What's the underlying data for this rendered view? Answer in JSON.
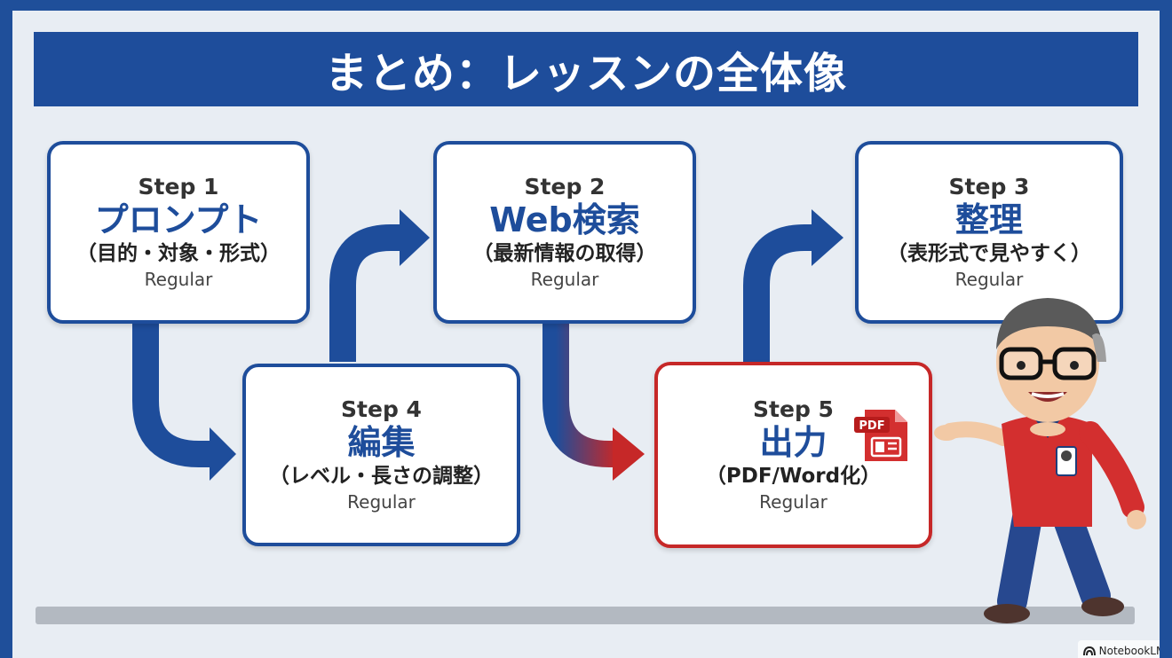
{
  "title": "まとめ：レッスンの全体像",
  "steps": [
    {
      "label": "Step 1",
      "name": "プロンプト",
      "detail": "（目的・対象・形式）",
      "tag": "Regular"
    },
    {
      "label": "Step 2",
      "name": "Web検索",
      "detail": "（最新情報の取得）",
      "tag": "Regular"
    },
    {
      "label": "Step 3",
      "name": "整理",
      "detail": "（表形式で見やすく）",
      "tag": "Regular"
    },
    {
      "label": "Step 4",
      "name": "編集",
      "detail": "（レベル・長さの調整）",
      "tag": "Regular"
    },
    {
      "label": "Step 5",
      "name": "出力",
      "detail": "（PDF/Word化）",
      "tag": "Regular"
    }
  ],
  "pdf_icon_text": "PDF",
  "watermark": "NotebookLM",
  "colors": {
    "primary": "#1e4d9b",
    "highlight": "#c62828",
    "background": "#e8edf3"
  }
}
